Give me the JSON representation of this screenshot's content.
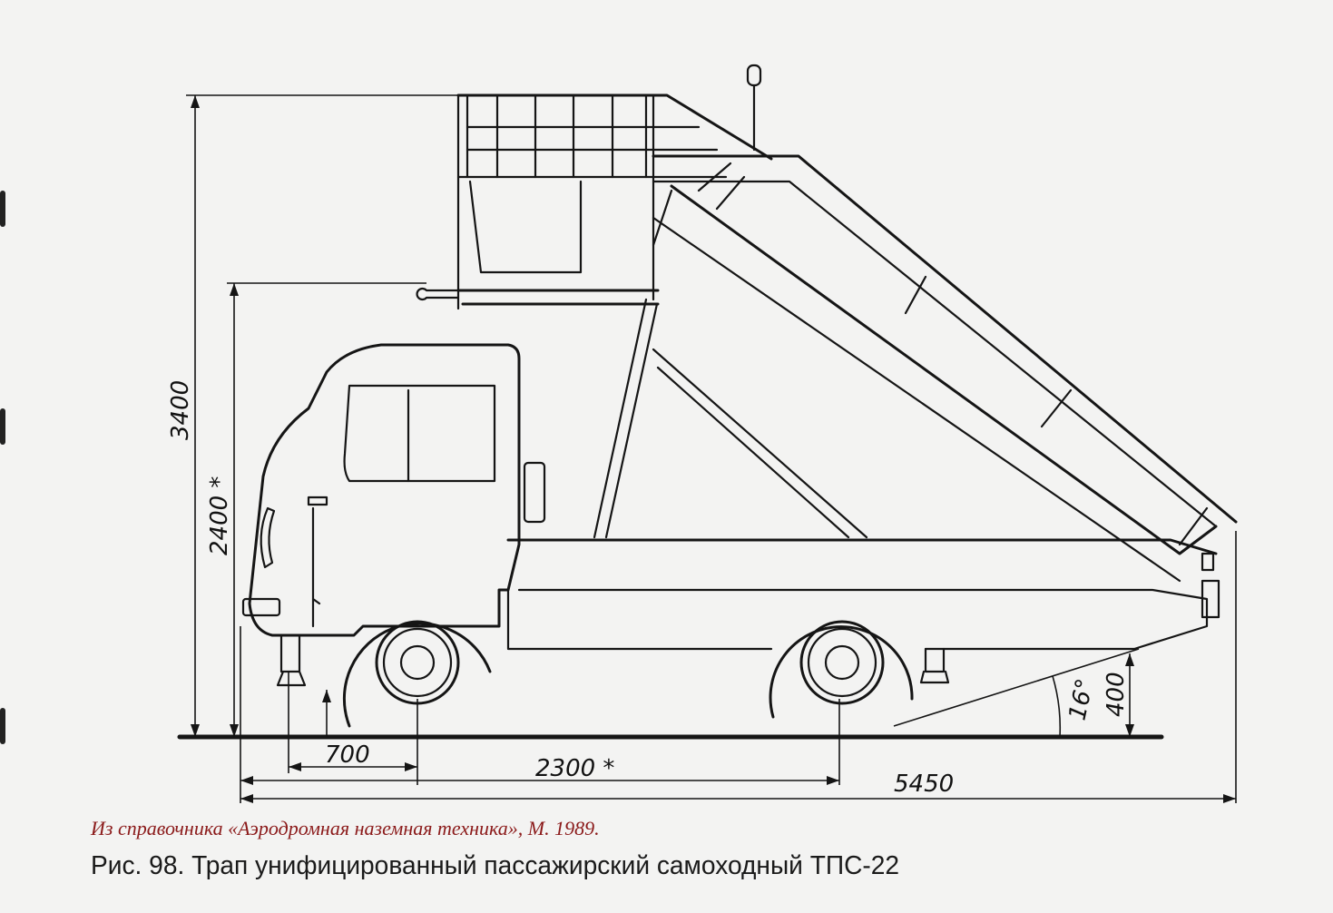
{
  "source_note": "Из справочника «Аэродромная наземная техника», М. 1989.",
  "caption": "Рис. 98. Трап унифицированный пассажирский самоходный ТПС-22",
  "dimensions": {
    "total_height": "3400",
    "platform_height": "2400 *",
    "front_overhang": "700",
    "wheelbase": "2300 *",
    "total_length": "5450",
    "departure_angle": "16°",
    "rear_height": "400"
  },
  "colors": {
    "ink": "#151515",
    "source_note": "#8b1a1a",
    "paper": "#f3f3f2"
  }
}
